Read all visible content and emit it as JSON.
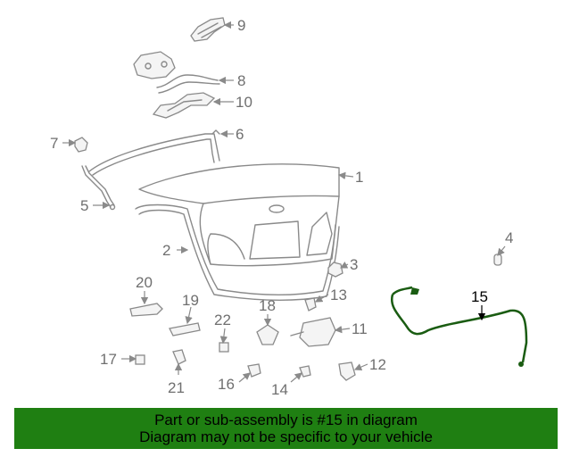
{
  "diagram": {
    "callouts": [
      "1",
      "2",
      "3",
      "4",
      "5",
      "6",
      "7",
      "8",
      "9",
      "10",
      "11",
      "12",
      "13",
      "14",
      "15",
      "16",
      "17",
      "18",
      "19",
      "20",
      "21",
      "22"
    ],
    "highlight_callout": "15",
    "highlight_color": "#1a5c12",
    "part_color": "#8a8a8a"
  },
  "banner": {
    "line1": "Part or sub-assembly is #15 in diagram",
    "line2": "Diagram may not be specific to your vehicle",
    "background": "#1f7f12"
  }
}
